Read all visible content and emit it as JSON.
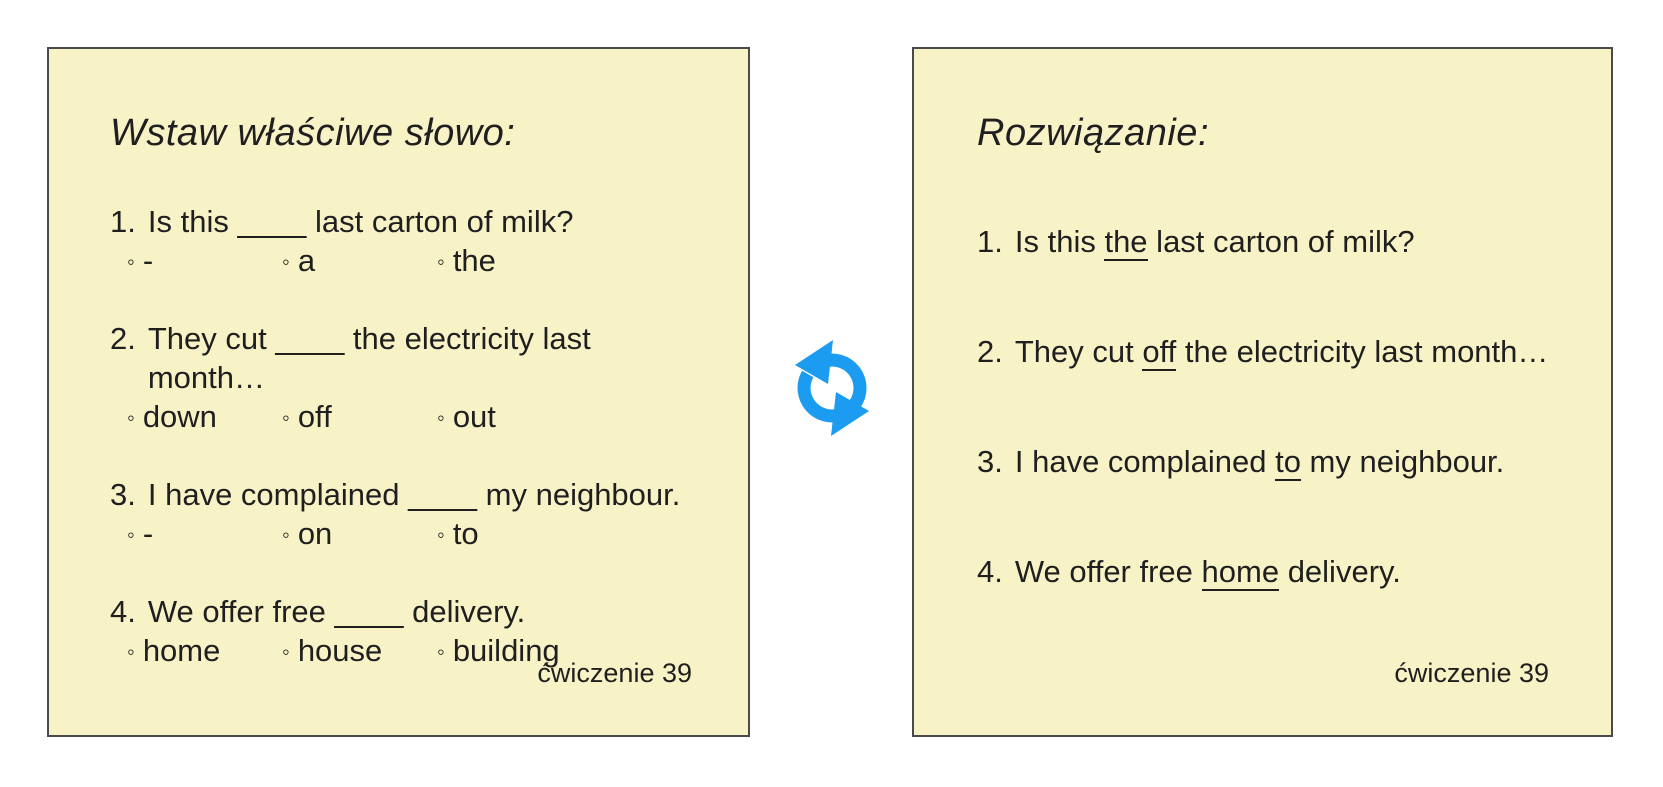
{
  "colors": {
    "page_bg": "#ffffff",
    "card_bg": "#f7f3c7",
    "card_border": "#4a4a4a",
    "text": "#1f1f1f",
    "icon_blue": "#1b9cf0"
  },
  "icons": {
    "option_bullet": "◦",
    "swap_icon": "circular-arrows-refresh"
  },
  "exercise_card": {
    "title": "Wstaw właściwe słowo:",
    "questions": [
      {
        "number": "1.",
        "text": "Is this ____ last carton of milk?",
        "options": [
          "-",
          "a",
          "the"
        ]
      },
      {
        "number": "2.",
        "text": "They cut ____ the electricity last month…",
        "options": [
          "down",
          "off",
          "out"
        ]
      },
      {
        "number": "3.",
        "text": "I have complained ____ my neighbour.",
        "options": [
          "-",
          "on",
          "to"
        ]
      },
      {
        "number": "4.",
        "text": "We offer free ____ delivery.",
        "options": [
          "home",
          "house",
          "building"
        ]
      }
    ],
    "footer": "ćwiczenie 39"
  },
  "solution_card": {
    "title": "Rozwiązanie:",
    "answers": [
      {
        "number": "1.",
        "before": "Is this ",
        "answer": "the",
        "after": " last carton of milk?"
      },
      {
        "number": "2.",
        "before": "They cut ",
        "answer": "off",
        "after": " the electricity last month…"
      },
      {
        "number": "3.",
        "before": "I have complained ",
        "answer": "to",
        "after": " my neighbour."
      },
      {
        "number": "4.",
        "before": "We offer free ",
        "answer": "home",
        "after": " delivery."
      }
    ],
    "footer": "ćwiczenie 39"
  }
}
